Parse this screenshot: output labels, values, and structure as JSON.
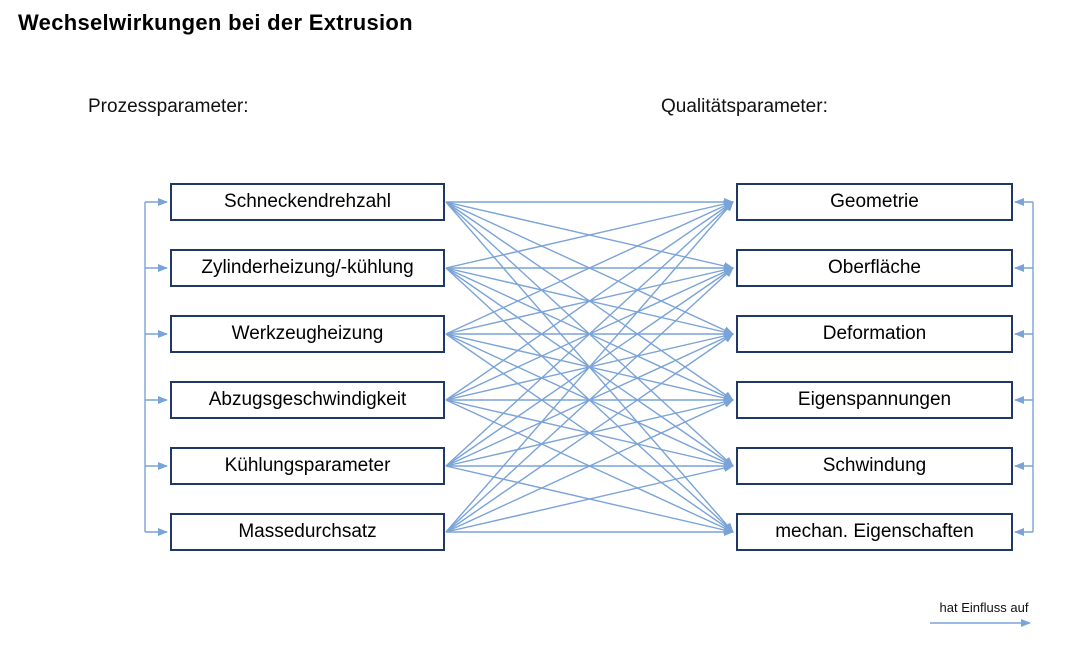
{
  "slide": {
    "title": "Wechselwirkungen bei der Extrusion"
  },
  "columns": {
    "left": {
      "heading": "Prozessparameter:",
      "items": [
        "Schneckendrehzahl",
        "Zylinderheizung/-kühlung",
        "Werkzeugheizung",
        "Abzugsgeschwindigkeit",
        "Kühlungsparameter",
        "Massedurchsatz"
      ]
    },
    "right": {
      "heading": "Qualitätsparameter:",
      "items": [
        "Geometrie",
        "Oberfläche",
        "Deformation",
        "Eigenspannungen",
        "Schwindung",
        "mechan. Eigenschaften"
      ]
    }
  },
  "connections": {
    "type": "full-bipartite",
    "direction": "left-to-right",
    "meaning": "hat Einfluss auf"
  },
  "legend": {
    "label": "hat Einfluss auf"
  },
  "colors": {
    "box_border": "#203864",
    "arrow": "#7AA3D8",
    "text": "#000000"
  }
}
